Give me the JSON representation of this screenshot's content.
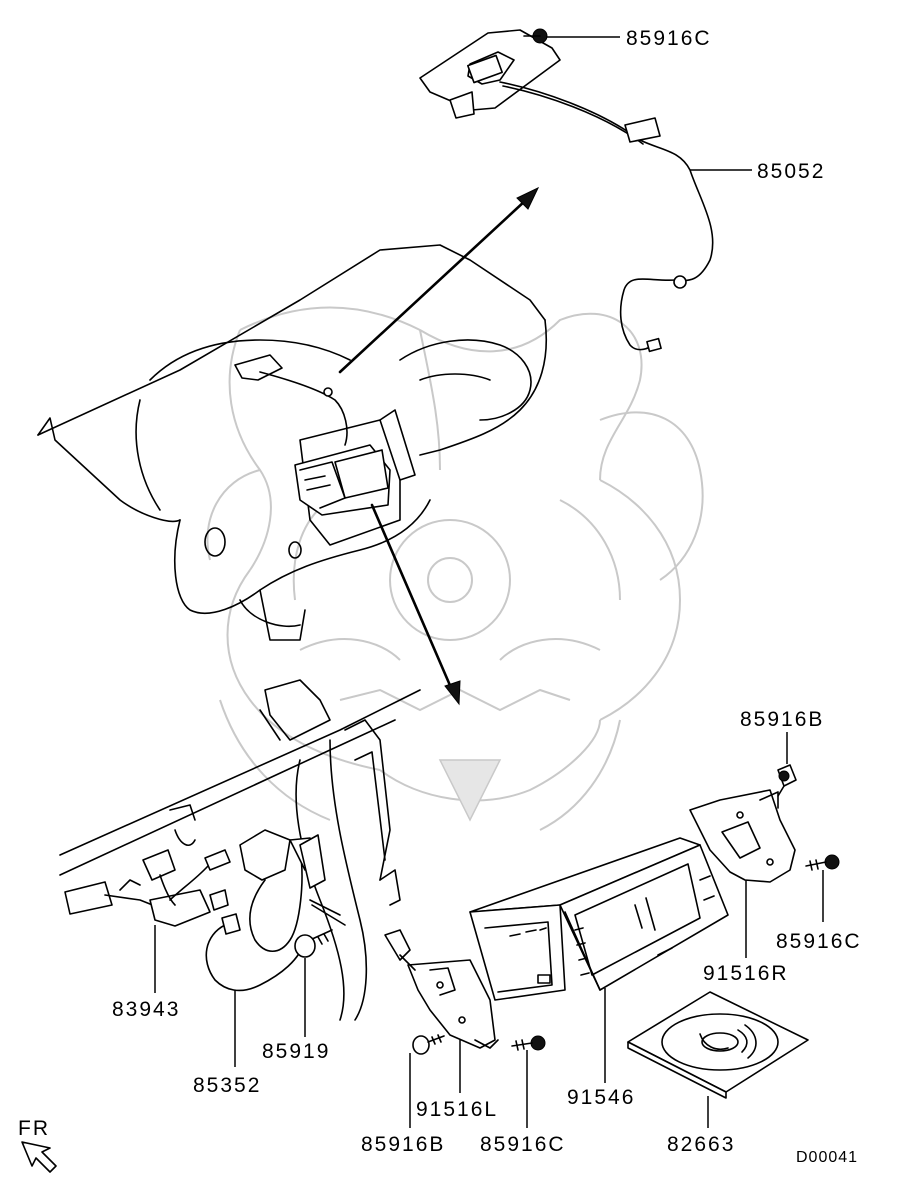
{
  "diagram": {
    "code": "D00041",
    "direction_label": "FR",
    "parts": {
      "p_85916C_top": "85916C",
      "p_85052": "85052",
      "p_85916B_right": "85916B",
      "p_85916C_right": "85916C",
      "p_91516R": "91516R",
      "p_83943": "83943",
      "p_85919": "85919",
      "p_85352": "85352",
      "p_91546": "91546",
      "p_91516L": "91516L",
      "p_85916B_bottom": "85916B",
      "p_85916C_bottom": "85916C",
      "p_82663": "82663"
    }
  }
}
